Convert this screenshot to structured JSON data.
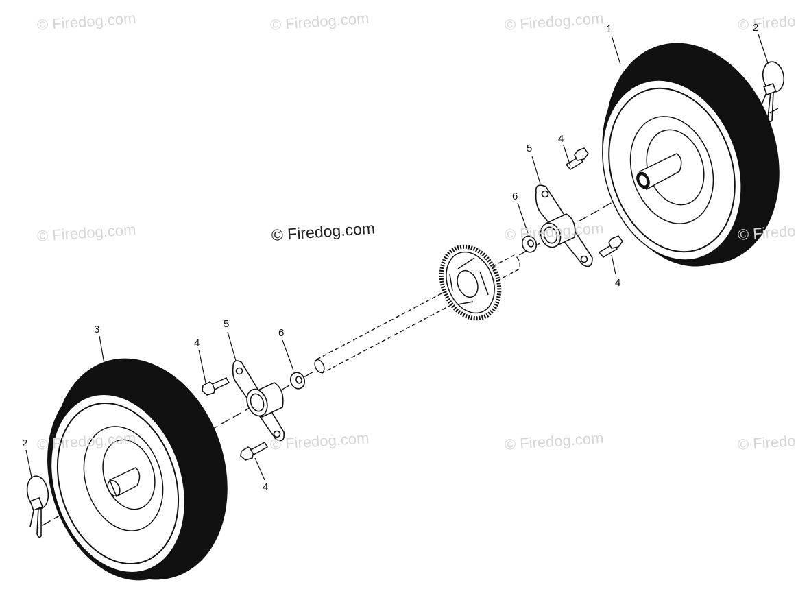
{
  "watermark": {
    "text": "© Firedog.com",
    "partial": "© Firedo",
    "main": "© Firedog.com"
  },
  "callouts": {
    "part_1": "1",
    "part_2_top": "2",
    "part_2_bottom": "2",
    "part_3": "3",
    "part_4_top_right": "4",
    "part_4_mid_right": "4",
    "part_4_left_upper": "4",
    "part_4_left_lower": "4",
    "part_5_right": "5",
    "part_5_left": "5",
    "part_6_right": "6",
    "part_6_left": "6"
  },
  "colors": {
    "tire": "#111111",
    "line": "#111111",
    "background": "#ffffff",
    "watermark": "#d6d6d6"
  }
}
